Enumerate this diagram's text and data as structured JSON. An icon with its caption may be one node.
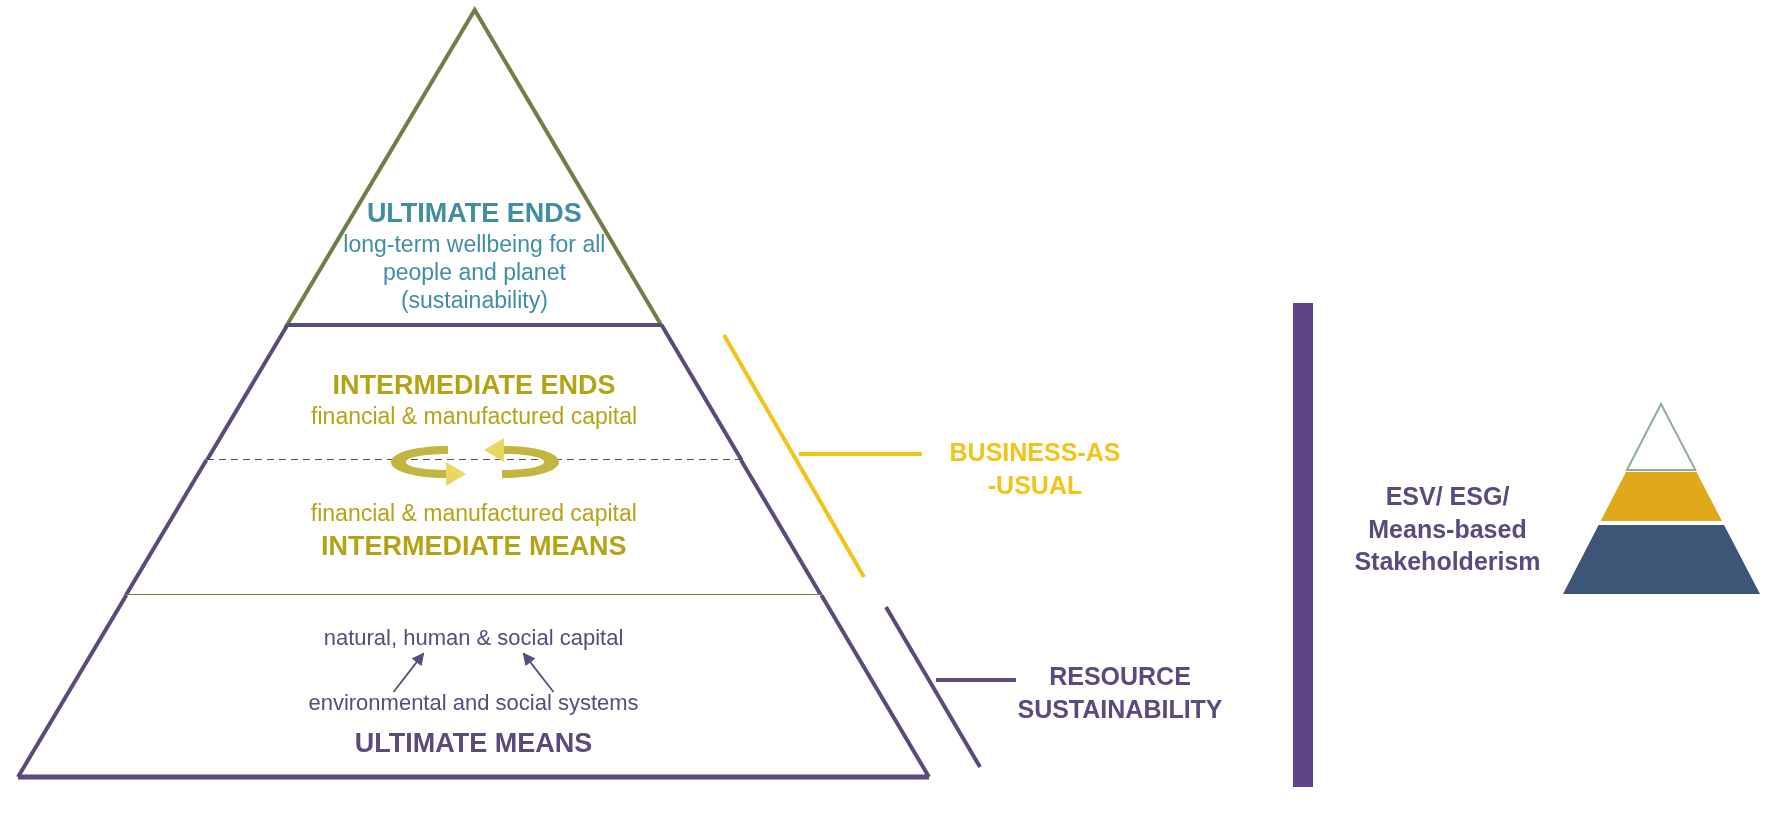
{
  "diagram": {
    "nodes": [
      {
        "text": [
          "ULTIMATE ENDS",
          "long-term wellbeing for all people and planet (sustainability)"
        ]
      },
      {
        "text": [
          "INTERMEDIATE ENDS",
          "financial & manufactured capital"
        ]
      },
      {
        "text": [
          "financial & manufactured capital",
          "INTERMEDIATE MEANS"
        ]
      },
      {
        "text": [
          "ULTIMATE MEANS"
        ]
      },
      {
        "text": [
          "natural, human & social capital"
        ],
        "in": 3
      },
      {
        "text": [
          "environmental and social systems"
        ],
        "in": 3
      }
    ],
    "edges": [
      {
        "from": 5,
        "to": 4,
        "arrow": "to"
      },
      {
        "from": 5,
        "to": 4,
        "arrow": "to"
      }
    ],
    "labels": [
      "BUSINESS-AS -USUAL",
      "RESOURCE SUSTAINABILITY",
      "ESV/ ESG/ Means-based Stakeholderism"
    ]
  }
}
